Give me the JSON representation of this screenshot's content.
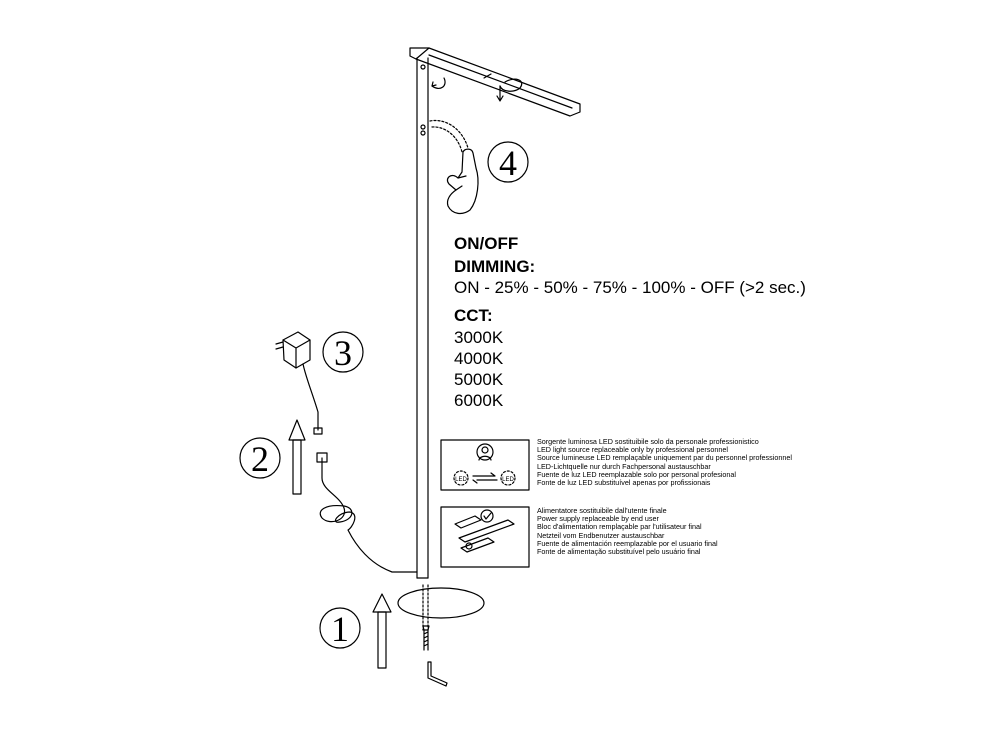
{
  "steps": {
    "s1": "1",
    "s2": "2",
    "s3": "3",
    "s4": "4"
  },
  "controls": {
    "onoff": "ON/OFF",
    "dimming": "DIMMING:",
    "dimming_sequence": "ON - 25% - 50% - 75% - 100% - OFF (>2 sec.)",
    "cct_label": "CCT:",
    "cct_values": [
      "3000K",
      "4000K",
      "5000K",
      "6000K"
    ]
  },
  "info_box_1": {
    "icon_labels": [
      "LED",
      "LED"
    ],
    "lines": [
      "Sorgente luminosa LED sostituibile solo da personale professionistico",
      "LED light source replaceable only by professional personnel",
      "Source lumineuse LED remplaçable uniquement par du personnel professionnel",
      "LED-Lichtquelle nur durch Fachpersonal austauschbar",
      "Fuente de luz LED reemplazable solo por personal profesional",
      "Fonte de luz LED substituível apenas por profissionais"
    ]
  },
  "info_box_2": {
    "lines": [
      "Alimentatore sostituibile dall'utente finale",
      "Power supply replaceable by end user",
      "Bloc d'alimentation remplaçable par l'utilisateur final",
      "Netzteil vom Endbenutzer austauschbar",
      "Fuente de alimentación reemplazable por el usuario final",
      "Fonte de alimentação substituível pelo usuário final"
    ]
  }
}
